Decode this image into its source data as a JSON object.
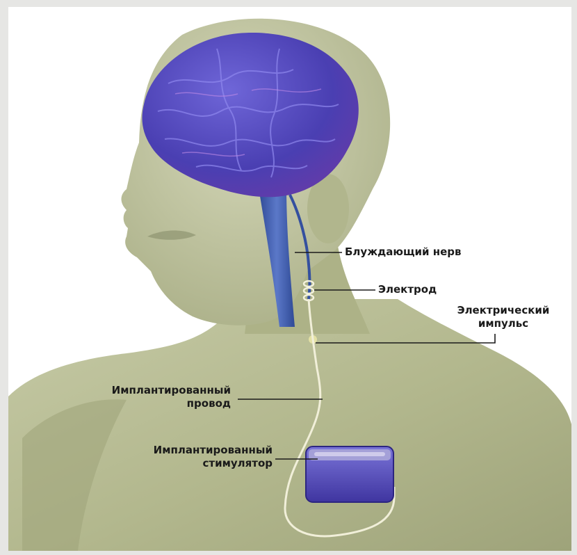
{
  "labels": {
    "vagus_nerve": "Блуждающий нерв",
    "electrode": "Электрод",
    "impulse_line1": "Электрический",
    "impulse_line2": "импульс",
    "lead_line1": "Имплантированный",
    "lead_line2": "провод",
    "stim_line1": "Имплантированный",
    "stim_line2": "стимулятор"
  },
  "colors": {
    "background": "#ffffff",
    "frame": "#e6e6e4",
    "skin": "#b7bc92",
    "brain": "#4a3fb2",
    "nerve": "#3b56a8",
    "device": "#5a4fc0",
    "wire": "#f1efd9",
    "leader": "#1a1a1a"
  }
}
